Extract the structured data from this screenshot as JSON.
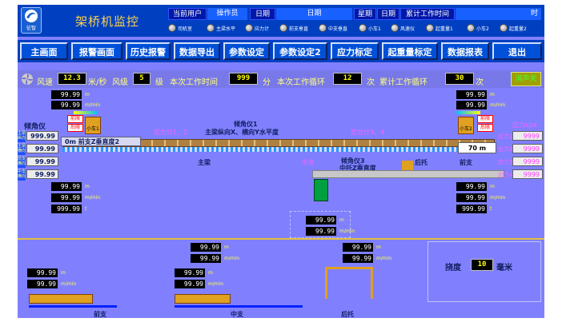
{
  "header": {
    "logo_text": "征智",
    "title": "架桥机监控",
    "user_label": "当前用户",
    "user_value": "操作员",
    "date_label": "日期",
    "date_value": "日期",
    "week_label": "星期",
    "week_value": "日期",
    "worktime_label": "累计工作时间",
    "worktime_value": "时"
  },
  "indicators": [
    "司机室",
    "主梁水平",
    "应力计",
    "前支垂直",
    "中支垂直",
    "小车1",
    "风速仪",
    "起重量1",
    "小车2",
    "起重量2"
  ],
  "nav": [
    "主画面",
    "报警画面",
    "历史报警",
    "数据导出",
    "参数设定",
    "参数设定2",
    "应力标定",
    "起重量标定",
    "数据报表",
    "退出"
  ],
  "status": {
    "wind_label": "风速",
    "wind_value": "12.3",
    "wind_unit": "米/秒",
    "level_label": "风级",
    "level_value": "5",
    "level_unit": "级",
    "worktime_label": "本次工作时间",
    "worktime_value": "999",
    "worktime_unit": "分",
    "cycle_label": "本次工作循环",
    "cycle_value": "12",
    "cycle_unit": "次",
    "total_cycle_label": "累计工作循环",
    "total_cycle_value": "30",
    "total_cycle_unit": "次",
    "mute_button": "消声关"
  },
  "left_trolley": {
    "v1": "99.99",
    "u1": "m",
    "v2": "99.99",
    "u2": "m/min",
    "limit_front": "前限",
    "limit_rear": "后限",
    "label": "小车1"
  },
  "right_trolley": {
    "v1": "99.99",
    "u1": "m",
    "v2": "99.99",
    "u2": "m/min",
    "limit_front": "前限",
    "limit_rear": "后限",
    "label": "小车2"
  },
  "inclinometer": {
    "title": "倾角仪",
    "rows": [
      {
        "label": "主梁纵向",
        "value": "999.99"
      },
      {
        "label": "主梁横向",
        "value": "99.99"
      },
      {
        "label": "前支横向",
        "value": "99.99"
      },
      {
        "label": "中支横向",
        "value": "99.99"
      }
    ]
  },
  "beam": {
    "front_label": "0m",
    "front_text": "前支Z垂直度2",
    "center_label": "倾角仪1",
    "center_sub": "主梁纵向X、横向Y水平度",
    "stress12": "应力计1、2",
    "stress34": "应力计3、4",
    "main_label": "主梁",
    "mid_label": "中支",
    "incl3": "倾角仪3",
    "incl3_sub": "中托Z垂直度",
    "rear_label": "后托",
    "front_rear_label": "前支",
    "right_pos": "70",
    "right_pos_unit": "m"
  },
  "stress": {
    "title": "应力kpa",
    "rows": [
      {
        "label": "应力1",
        "value": "9999"
      },
      {
        "label": "应力2",
        "value": "9999"
      },
      {
        "label": "应力3",
        "value": "9999"
      },
      {
        "label": "应力4",
        "value": "9999"
      }
    ]
  },
  "left_hoist": {
    "v1": "99.99",
    "u1": "m",
    "v2": "99.99",
    "u2": "m/min",
    "v3": "999.99",
    "u3": "t"
  },
  "right_hoist": {
    "v1": "99.99",
    "u1": "m",
    "v2": "99.99",
    "u2": "m/min",
    "v3": "999.99",
    "u3": "t"
  },
  "center_box": {
    "v1": "99.99",
    "u1": "m",
    "v2": "99.99",
    "u2": "m/min"
  },
  "bottom": {
    "front": {
      "label": "前支",
      "v1": "99.99",
      "u1": "m",
      "v2": "99.99",
      "u2": "m/min"
    },
    "mid": {
      "label": "中支",
      "v1": "99.99",
      "u1": "m",
      "v2": "99.99",
      "u2": "m/min",
      "v3": "99.99",
      "u3": "m",
      "v4": "99.99",
      "u4": "m/min"
    },
    "rear": {
      "label": "后托",
      "v1": "99.99",
      "u1": "m",
      "v2": "99.99",
      "u2": "m/min"
    },
    "deflection_label": "挠度",
    "deflection_value": "10",
    "deflection_unit": "毫米"
  }
}
